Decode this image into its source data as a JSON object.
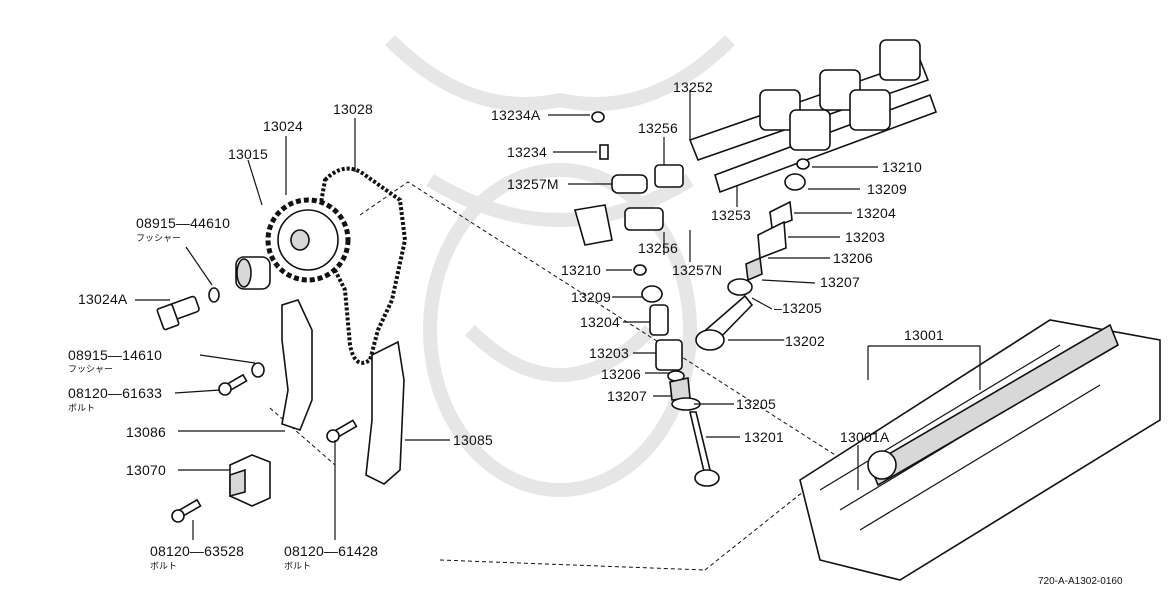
{
  "labels": [
    {
      "id": "13028",
      "text": "13028"
    },
    {
      "id": "13024",
      "text": "13024"
    },
    {
      "id": "13015",
      "text": "13015"
    },
    {
      "id": "08915-44610",
      "text": "08915—44610",
      "sub": "フッシャー"
    },
    {
      "id": "13024A",
      "text": "13024A"
    },
    {
      "id": "08915-14610",
      "text": "08915—14610",
      "sub": "フッシャー"
    },
    {
      "id": "08120-61633",
      "text": "08120—61633",
      "sub": "ボルト"
    },
    {
      "id": "13086",
      "text": "13086"
    },
    {
      "id": "13070",
      "text": "13070"
    },
    {
      "id": "08120-63528",
      "text": "08120—63528",
      "sub": "ボルト"
    },
    {
      "id": "08120-61428",
      "text": "08120—61428",
      "sub": "ボルト"
    },
    {
      "id": "13085",
      "text": "13085"
    },
    {
      "id": "13234A",
      "text": "13234A"
    },
    {
      "id": "13234",
      "text": "13234"
    },
    {
      "id": "13257M",
      "text": "13257M"
    },
    {
      "id": "13256a",
      "text": "13256"
    },
    {
      "id": "13252",
      "text": "13252"
    },
    {
      "id": "13256b",
      "text": "13256"
    },
    {
      "id": "13257N",
      "text": "13257N"
    },
    {
      "id": "13210a",
      "text": "13210"
    },
    {
      "id": "13253",
      "text": "13253"
    },
    {
      "id": "13209a",
      "text": "13209"
    },
    {
      "id": "13204a",
      "text": "13204"
    },
    {
      "id": "13203a",
      "text": "13203"
    },
    {
      "id": "13206a",
      "text": "13206"
    },
    {
      "id": "13207a",
      "text": "13207"
    },
    {
      "id": "13205a",
      "text": "13205"
    },
    {
      "id": "13210b",
      "text": "13210"
    },
    {
      "id": "13209b",
      "text": "13209"
    },
    {
      "id": "13204b",
      "text": "13204"
    },
    {
      "id": "13203b",
      "text": "13203"
    },
    {
      "id": "13206b",
      "text": "13206"
    },
    {
      "id": "13207b",
      "text": "13207"
    },
    {
      "id": "13205b",
      "text": "13205"
    },
    {
      "id": "13202",
      "text": "13202"
    },
    {
      "id": "13201",
      "text": "13201"
    },
    {
      "id": "13001",
      "text": "13001"
    },
    {
      "id": "13001A",
      "text": "13001A"
    }
  ],
  "diagram_ref": "720-A-A1302-0160"
}
